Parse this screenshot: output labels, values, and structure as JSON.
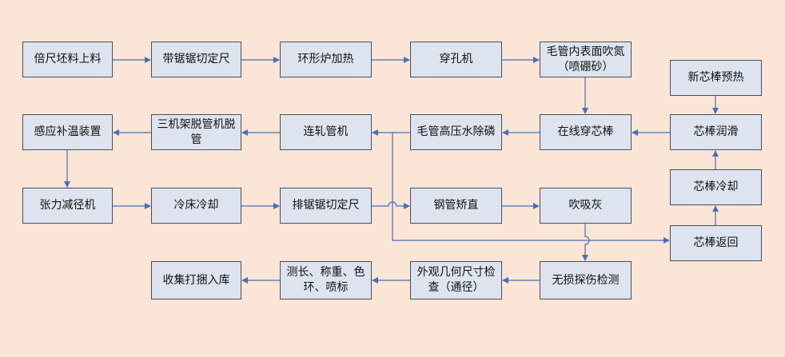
{
  "nodes": {
    "n1": "倍尺坯料上料",
    "n2": "带锯锯切定尺",
    "n3": "环形炉加热",
    "n4": "穿孔机",
    "n5": "毛管内表面吹氮（喷硼砂）",
    "n6": "新芯棒预热",
    "n7": "感应补温装置",
    "n8": "三机架脱管机脱管",
    "n9": "连轧管机",
    "n10": "毛管高压水除磷",
    "n11": "在线穿芯棒",
    "n12": "芯棒润滑",
    "n13": "芯棒冷却",
    "n14": "张力减径机",
    "n15": "冷床冷却",
    "n16": "排锯锯切定尺",
    "n17": "钢管矫直",
    "n18": "吹吸灰",
    "n19": "芯棒返回",
    "n20": "收集打捆入库",
    "n21": "测长、称重、色环、喷标",
    "n22": "外观几何尺寸检查（通径）",
    "n23": "无损探伤检测"
  },
  "colors": {
    "background": "#fbe5d6",
    "box_fill": "#dde4ef",
    "box_border": "#4a4f5a",
    "arrow": "#4a6fb5"
  }
}
